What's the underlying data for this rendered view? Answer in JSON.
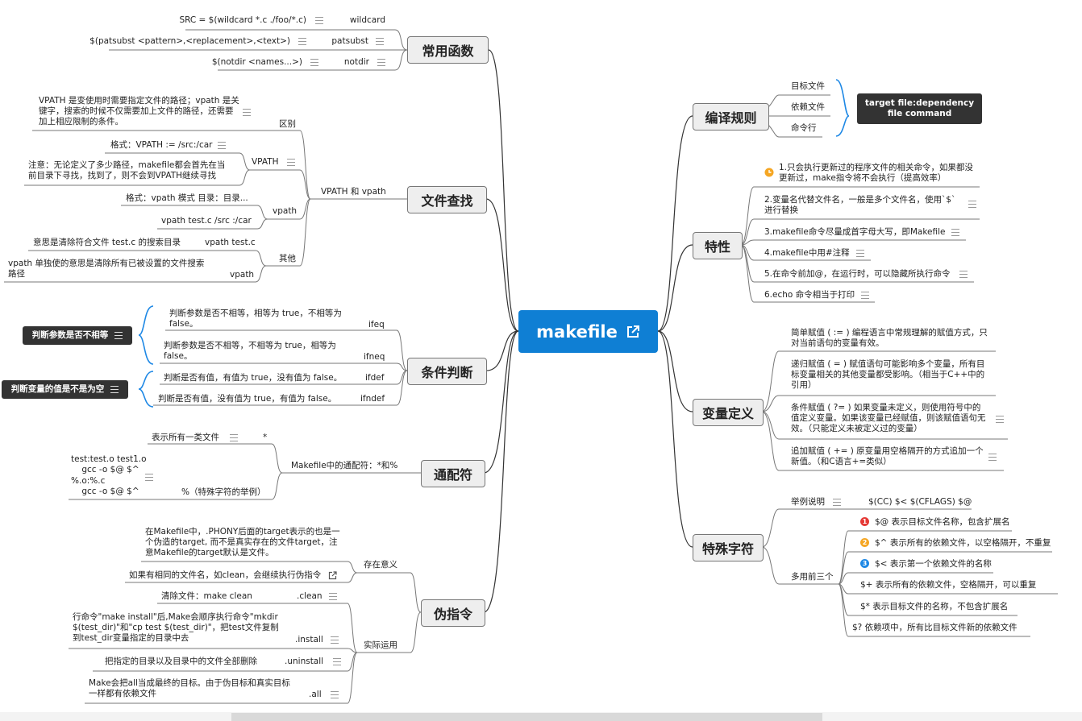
{
  "root": {
    "label": "makefile",
    "icon": "external-link-icon"
  },
  "branches": {
    "functions": {
      "label": "常用函数",
      "items": [
        {
          "text": "SRC = $(wildcard *.c ./foo/*.c)",
          "key": "wildcard"
        },
        {
          "text": "$(patsubst <pattern>,<replacement>,<text>)",
          "key": "patsubst"
        },
        {
          "text": "$(notdir <names...>)",
          "key": "notdir"
        }
      ]
    },
    "file_search": {
      "label": "文件查找",
      "group": "VPATH 和 vpath",
      "diff_label": "区别",
      "diff_text": "VPATH 是变使用时需要指定文件的路径；vpath 是关键字，搜索的时候不仅需要加上文件的路径，还需要加上相应限制的条件。",
      "vpath_upper": "VPATH",
      "vpath_upper_items": [
        "格式：VPATH := /src:/car",
        "注意：无论定义了多少路径，makefile都会首先在当前目录下寻找，找到了，则不会到VPATH继续寻找"
      ],
      "vpath_lower": "vpath",
      "vpath_lower_items": [
        "格式：vpath 模式 目录：目录...",
        "vpath test.c /src :/car"
      ],
      "other_label": "其他",
      "other_items": [
        {
          "text": "意思是清除符合文件 test.c 的搜索目录",
          "key": "vpath test.c"
        },
        {
          "text": "vpath 单独使的意思是清除所有已被设置的文件搜索路径",
          "key": "vpath"
        }
      ]
    },
    "conditions": {
      "label": "条件判断",
      "items": [
        {
          "text": "判断参数是否不相等，相等为 true，不相等为 false。",
          "key": "ifeq"
        },
        {
          "text": "判断参数是否不相等，不相等为 true，相等为 false。",
          "key": "ifneq"
        },
        {
          "text": "判断是否有值，有值为 true，没有值为 false。",
          "key": "ifdef"
        },
        {
          "text": "判断是否有值，没有值为 true，有值为 false。",
          "key": "ifndef"
        }
      ],
      "summary1": "判断参数是否不相等",
      "summary2": "判断变量的值是不是为空"
    },
    "wildcards": {
      "label": "通配符",
      "group": "Makefile中的通配符：*和%",
      "item1_text": "表示所有一类文件",
      "item1_key": "*",
      "code_lines": [
        "test:test.o test1.o",
        "    gcc -o $@ $^",
        "%.o:%.c",
        "    gcc -o $@ $^"
      ],
      "item2_key": "%（特殊字符的举例）"
    },
    "phony": {
      "label": "伪指令",
      "meaning_label": "存在意义",
      "meaning_items": [
        "在Makefile中，.PHONY后面的target表示的也是一个伪造的target, 而不是真实存在的文件target，注意Makefile的target默认是文件。",
        "如果有相同的文件名，如clean，会继续执行伪指令"
      ],
      "usage_label": "实际运用",
      "usage_items": [
        {
          "text": "清除文件：make clean",
          "key": ".clean"
        },
        {
          "text": "行命令\"make install\"后,Make会顺序执行命令\"mkdir $(test_dir)\"和\"cp test $(test_dir)\"，把test文件复制到test_dir变量指定的目录中去",
          "key": ".install"
        },
        {
          "text": "把指定的目录以及目录中的文件全部删除",
          "key": ".uninstall"
        },
        {
          "text": "Make会把all当成最终的目标。由于伪目标和真实目标一样都有依赖文件",
          "key": ".all"
        }
      ]
    },
    "compile": {
      "label": "编译规则",
      "items": [
        "目标文件",
        "依赖文件",
        "命令行"
      ],
      "summary": "target file:dependency file command"
    },
    "features": {
      "label": "特性",
      "items": [
        "1.只会执行更新过的程序文件的相关命令，如果都没更新过，make指令将不会执行（提高效率）",
        "2.变量名代替文件名，一般是多个文件名，使用`$`进行替换",
        "3.makefile命令尽量成首字母大写，即Makefile",
        "4.makefile中用#注释",
        "5.在命令前加@，在运行时，可以隐藏所执行命令",
        "6.echo 命令相当于打印"
      ]
    },
    "variables": {
      "label": "变量定义",
      "items": [
        "简单赋值 ( := ) 编程语言中常规理解的赋值方式，只对当前语句的变量有效。",
        "递归赋值 ( = ) 赋值语句可能影响多个变量，所有目标变量相关的其他变量都受影响。（相当于C++中的引用）",
        "条件赋值 ( ?= ) 如果变量未定义，则使用符号中的值定义变量。如果该变量已经赋值，则该赋值语句无效。（只能定义未被定义过的变量）",
        "追加赋值 ( += ) 原变量用空格隔开的方式追加一个新值。（和C语言+=类似）"
      ]
    },
    "special": {
      "label": "特殊字符",
      "example_label": "举例说明",
      "example_text": "$(CC) $< $(CFLAGS)  $@",
      "common_label": "多用前三个",
      "items": [
        "$@ 表示目标文件名称，包含扩展名",
        "$^ 表示所有的依赖文件，以空格隔开，不重复",
        "$< 表示第一个依赖文件的名称",
        "$+ 表示所有的依赖文件，空格隔开，可以重复",
        "$* 表示目标文件的名称，不包含扩展名",
        "$? 依赖项中，所有比目标文件新的依赖文件"
      ],
      "badges": [
        "1",
        "2",
        "3"
      ],
      "badge_colors": [
        "#e53935",
        "#f5a623",
        "#1e88e5"
      ]
    }
  }
}
